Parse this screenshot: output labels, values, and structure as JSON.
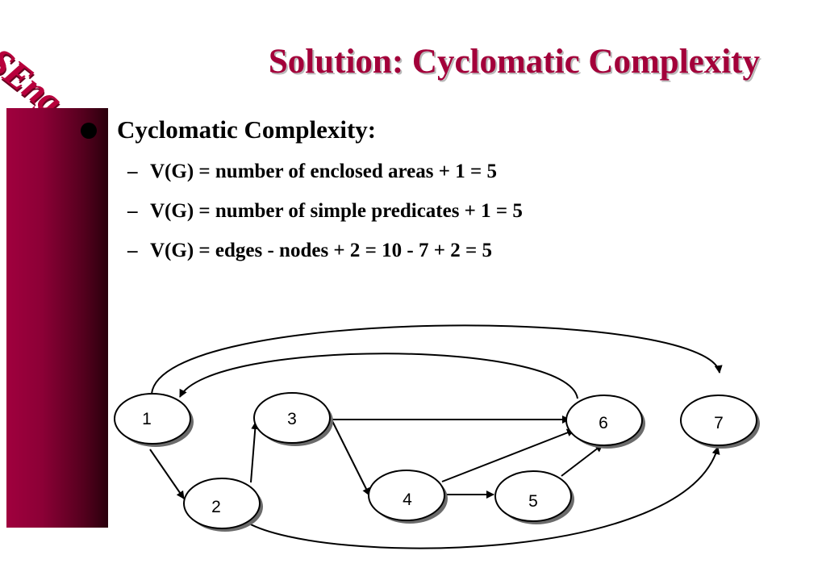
{
  "logo": {
    "text": "SEng"
  },
  "title": "Solution: Cyclomatic Complexity",
  "bullets": {
    "main": "Cyclomatic Complexity:",
    "sub": [
      "V(G) = number of enclosed areas + 1 = 5",
      "V(G) = number of simple predicates + 1 = 5",
      "V(G) = edges - nodes + 2 = 10 - 7 + 2 = 5"
    ],
    "sub_marker": "–"
  },
  "colors": {
    "title": "#a3003a",
    "logo": "#b8003c",
    "sidebar_start": "#a0003e",
    "sidebar_end": "#2a000c"
  },
  "graph": {
    "nodes": [
      "1",
      "2",
      "3",
      "4",
      "5",
      "6",
      "7"
    ],
    "edges": [
      [
        "1",
        "2"
      ],
      [
        "1",
        "7"
      ],
      [
        "2",
        "3"
      ],
      [
        "2",
        "7"
      ],
      [
        "3",
        "6"
      ],
      [
        "3",
        "4"
      ],
      [
        "4",
        "6"
      ],
      [
        "4",
        "5"
      ],
      [
        "5",
        "6"
      ],
      [
        "6",
        "1"
      ]
    ]
  }
}
